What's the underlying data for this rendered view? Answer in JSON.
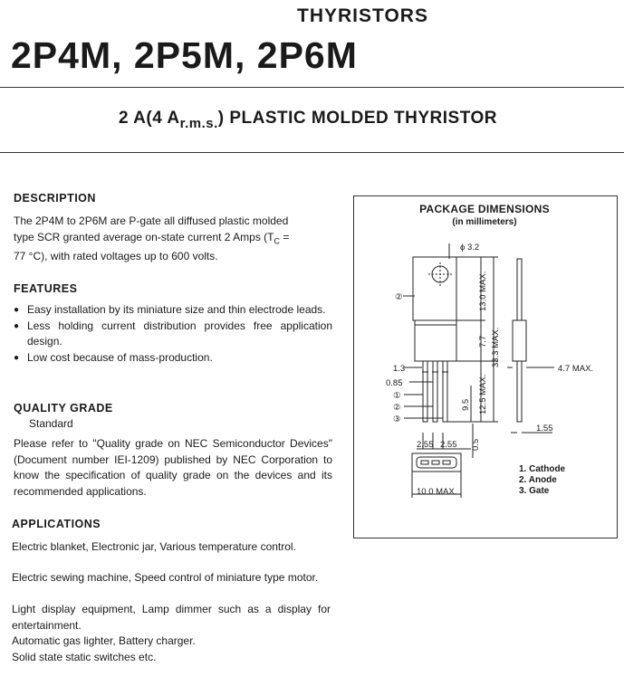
{
  "header": {
    "category": "THYRISTORS",
    "parts": "2P4M, 2P5M, 2P6M",
    "subtitle_pre": "2 A(4 A",
    "subtitle_sub": "r.m.s.",
    "subtitle_post": ") PLASTIC MOLDED THYRISTOR"
  },
  "description": {
    "heading": "DESCRIPTION",
    "lines": [
      "The 2P4M to 2P6M are P-gate all diffused plastic molded",
      "type SCR granted average on-state current 2 Amps (T",
      "77 °C), with rated voltages up to 600 volts."
    ],
    "tc_sub": "C",
    "tc_eq": " ="
  },
  "features": {
    "heading": "FEATURES",
    "items": [
      "Easy installation by its miniature size and thin electrode leads.",
      "Less holding current distribution provides free application design.",
      "Low cost because of mass-production."
    ]
  },
  "quality": {
    "heading": "QUALITY GRADE",
    "value": "Standard",
    "text": "Please refer to \"Quality grade on NEC Semiconductor Devices\" (Document number IEI-1209) published by NEC Corporation to know the specification of quality grade on the devices and its recommended applications."
  },
  "applications": {
    "heading": "APPLICATIONS",
    "lines": [
      "Electric blanket, Electronic jar, Various temperature control.",
      "Electric sewing machine, Speed control of miniature type motor.",
      "Light display equipment, Lamp dimmer such as a display for entertainment.",
      "Automatic gas lighter, Battery charger.",
      "Solid state static switches etc."
    ]
  },
  "package": {
    "title": "PACKAGE DIMENSIONS",
    "units": "(in millimeters)",
    "dims": {
      "hole": "ϕ 3.2",
      "tab_height": "13.0 MAX.",
      "body_height": "7.7",
      "total_height": "33.3 MAX.",
      "lead_length": "12.5 MAX.",
      "lead_below": "9.5",
      "thickness": "4.7 MAX.",
      "lead_width": "1.3",
      "lead_pitch_w": "0.85",
      "pitch_a": "2.55",
      "pitch_b": "2.55",
      "lead_thick": "0.5",
      "side_lead": "1.55",
      "width": "10.0 MAX."
    },
    "pins": [
      "①",
      "②",
      "③"
    ],
    "tab_label": "②",
    "legend": [
      "1.  Cathode",
      "2.  Anode",
      "3.  Gate"
    ]
  }
}
